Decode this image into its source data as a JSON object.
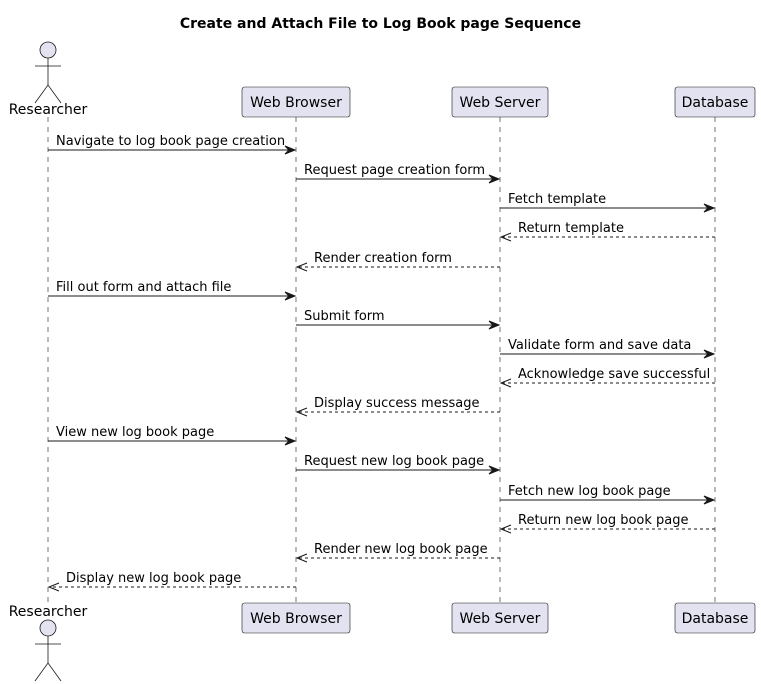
{
  "title": "Create and Attach File to Log Book page Sequence",
  "participants": [
    {
      "id": "researcher",
      "label": "Researcher",
      "kind": "actor"
    },
    {
      "id": "browser",
      "label": "Web Browser",
      "kind": "box"
    },
    {
      "id": "server",
      "label": "Web Server",
      "kind": "box"
    },
    {
      "id": "database",
      "label": "Database",
      "kind": "box"
    }
  ],
  "messages": [
    {
      "from": "researcher",
      "to": "browser",
      "label": "Navigate to log book page creation",
      "style": "solid"
    },
    {
      "from": "browser",
      "to": "server",
      "label": "Request page creation form",
      "style": "solid"
    },
    {
      "from": "server",
      "to": "database",
      "label": "Fetch template",
      "style": "solid"
    },
    {
      "from": "database",
      "to": "server",
      "label": "Return template",
      "style": "dashed"
    },
    {
      "from": "server",
      "to": "browser",
      "label": "Render creation form",
      "style": "dashed"
    },
    {
      "from": "researcher",
      "to": "browser",
      "label": "Fill out form and attach file",
      "style": "solid"
    },
    {
      "from": "browser",
      "to": "server",
      "label": "Submit form",
      "style": "solid"
    },
    {
      "from": "server",
      "to": "database",
      "label": "Validate form and save data",
      "style": "solid"
    },
    {
      "from": "database",
      "to": "server",
      "label": "Acknowledge save successful",
      "style": "dashed"
    },
    {
      "from": "server",
      "to": "browser",
      "label": "Display success message",
      "style": "dashed"
    },
    {
      "from": "researcher",
      "to": "browser",
      "label": "View new log book page",
      "style": "solid"
    },
    {
      "from": "browser",
      "to": "server",
      "label": "Request new log book page",
      "style": "solid"
    },
    {
      "from": "server",
      "to": "database",
      "label": "Fetch new log book page",
      "style": "solid"
    },
    {
      "from": "database",
      "to": "server",
      "label": "Return new log book page",
      "style": "dashed"
    },
    {
      "from": "server",
      "to": "browser",
      "label": "Render new log book page",
      "style": "dashed"
    },
    {
      "from": "browser",
      "to": "researcher",
      "label": "Display new log book page",
      "style": "dashed"
    }
  ]
}
